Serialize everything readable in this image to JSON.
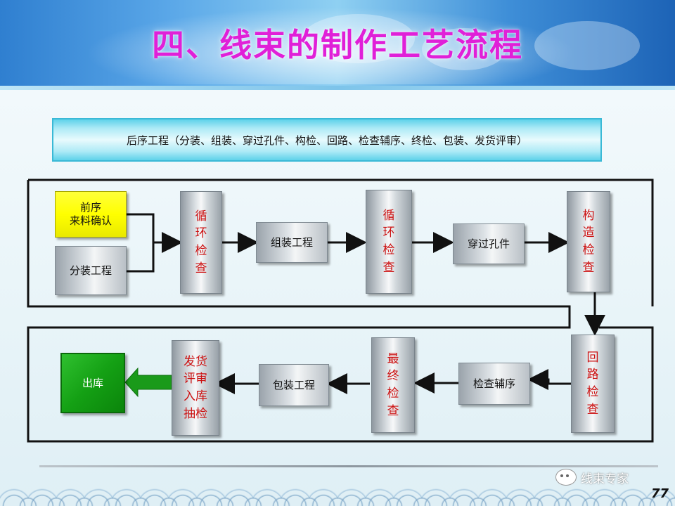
{
  "title": "四、线束的制作工艺流程",
  "subtitle": "后序工程（分装、组装、穿过孔件、构检、回路、检查辅序、终检、包装、发货评审）",
  "nodes": {
    "pre_material": "前序\n来料确认",
    "sub_assembly": "分装工程",
    "cycle_check_1": [
      "循",
      "环",
      "检",
      "查"
    ],
    "assembly": "组装工程",
    "cycle_check_2": [
      "循",
      "环",
      "检",
      "查"
    ],
    "through_hole": "穿过孔件",
    "structure_check": [
      "构",
      "造",
      "检",
      "查"
    ],
    "circuit_check": [
      "回",
      "路",
      "检",
      "查"
    ],
    "inspection_aux": "检查辅序",
    "final_check": [
      "最",
      "终",
      "检",
      "查"
    ],
    "packaging": "包装工程",
    "shipping_review_col1": [
      "发",
      "评",
      "入",
      "抽"
    ],
    "shipping_review_col2": [
      "货",
      "审",
      "库",
      "检"
    ],
    "warehouse_out": "出库"
  },
  "colors": {
    "title": "#e020d8",
    "check_text": "#cc1010",
    "pre_material_fill": "#ffff00",
    "warehouse_fill": "#14a014",
    "warehouse_arrow": "#1a9a1a"
  },
  "footer": {
    "brand": "线束专家",
    "page_number": "77"
  }
}
